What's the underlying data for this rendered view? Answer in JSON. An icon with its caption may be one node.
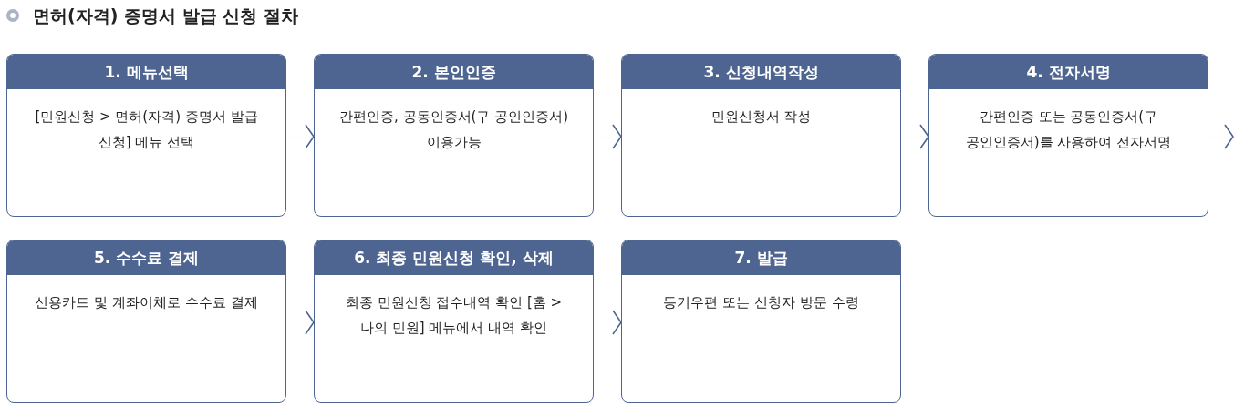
{
  "diagram": {
    "title": "면허(자격) 증명서 발급 신청 절차",
    "nodes": [
      {
        "text": [
          "1. 메뉴선택",
          "[민원신청 > 면허(자격) 증명서 발급 신청] 메뉴 선택"
        ]
      },
      {
        "text": [
          "2. 본인인증",
          "간편인증, 공동인증서(구 공인인증서) 이용가능"
        ]
      },
      {
        "text": [
          "3. 신청내역작성",
          "민원신청서 작성"
        ]
      },
      {
        "text": [
          "4. 전자서명",
          "간편인증 또는 공동인증서(구 공인인증서)를 사용하여 전자서명"
        ]
      },
      {
        "text": [
          "5. 수수료 결제",
          "신용카드 및 계좌이체로 수수료 결제"
        ]
      },
      {
        "text": [
          "6. 최종 민원신청 확인, 삭제",
          "최종 민원신청 접수내역 확인 [홈 > 나의 민원] 메뉴에서 내역 확인"
        ]
      },
      {
        "text": [
          "7. 발급",
          "등기우편 또는 신청자 방문 수령"
        ]
      }
    ],
    "edges": [
      {
        "from": 0,
        "to": 1,
        "arrow": "to"
      },
      {
        "from": 1,
        "to": 2,
        "arrow": "to"
      },
      {
        "from": 2,
        "to": 3,
        "arrow": "to"
      },
      {
        "from": 3,
        "to": null,
        "arrow": "to"
      },
      {
        "from": 4,
        "to": 5,
        "arrow": "to"
      },
      {
        "from": 5,
        "to": 6,
        "arrow": "to"
      }
    ]
  }
}
